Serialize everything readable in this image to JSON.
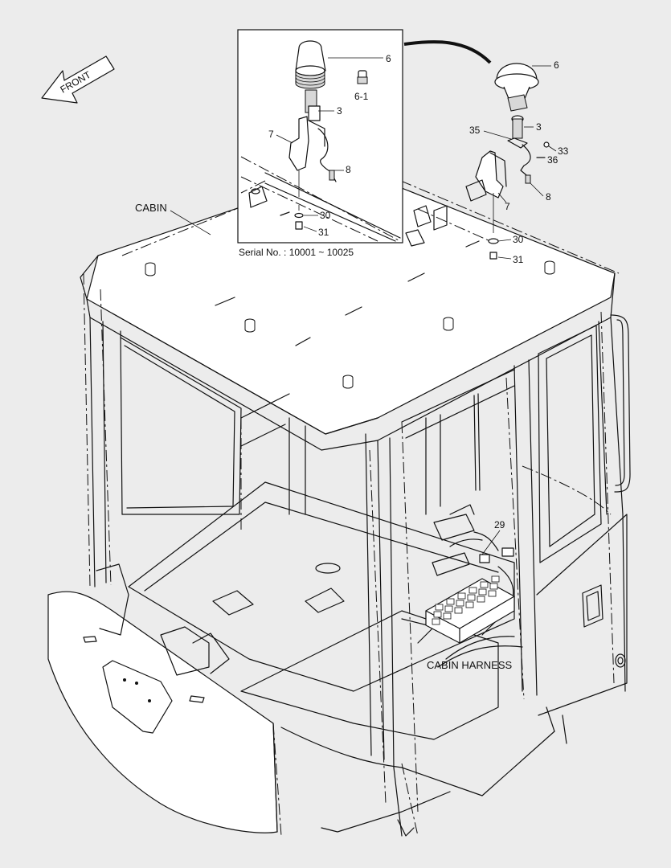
{
  "labels": {
    "front": "FRONT",
    "cabin": "CABIN",
    "cabin_harness": "CABIN HARNESS",
    "serial": "Serial No. : 10001 ~ 10025"
  },
  "callouts": {
    "c6_inset": "6",
    "c6_1": "6-1",
    "c3_inset": "3",
    "c7_inset": "7",
    "c8_inset": "8",
    "c30_inset": "30",
    "c31_inset": "31",
    "c6_main": "6",
    "c35": "35",
    "c3_main": "3",
    "c33": "33",
    "c36": "36",
    "c8_main": "8",
    "c7_main": "7",
    "c30_main": "30",
    "c31_main": "31",
    "c29": "29"
  },
  "icons": {
    "front_arrow": "arrow-icon",
    "beacon": "rotating-beacon-icon",
    "bracket": "bracket-icon",
    "bolt": "bolt-icon",
    "washer": "washer-icon",
    "fuse_box": "fuse-box-icon"
  }
}
